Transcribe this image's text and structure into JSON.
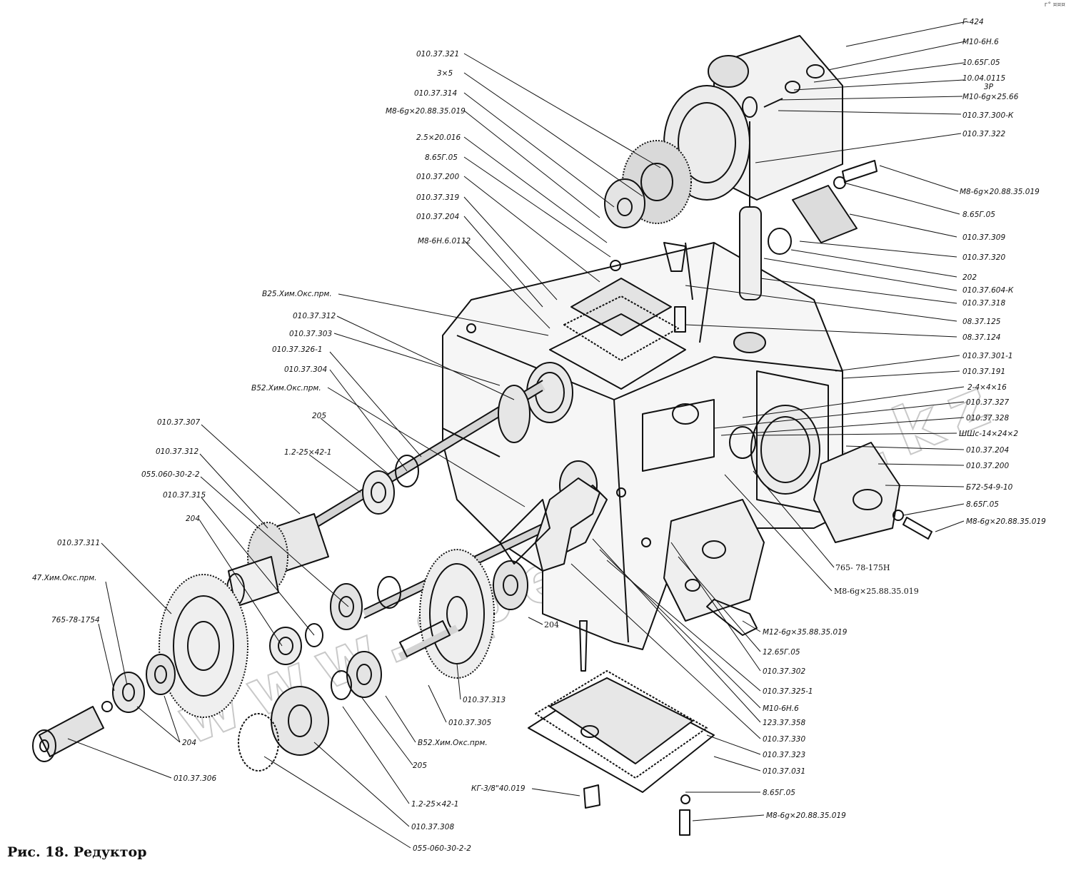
{
  "caption": "Рис. 18. Редуктор",
  "corner_mark": "г° ¤¤¤",
  "watermark": "www.spec-auto.kz",
  "callouts": [
    {
      "id": "c1",
      "text": "Г-424"
    },
    {
      "id": "c2",
      "text": "М10-6Н.6"
    },
    {
      "id": "c3",
      "text": "10.65Г.05"
    },
    {
      "id": "c4",
      "text": "10.04.0115"
    },
    {
      "id": "c5",
      "text": "3Р"
    },
    {
      "id": "c6",
      "text": "М10-6g×25.66"
    },
    {
      "id": "c7",
      "text": "010.37.300-К"
    },
    {
      "id": "c8",
      "text": "010.37.322"
    },
    {
      "id": "c9",
      "text": "М8-6g×20.88.35.019"
    },
    {
      "id": "c10",
      "text": "8.65Г.05"
    },
    {
      "id": "c11",
      "text": "010.37.309"
    },
    {
      "id": "c12",
      "text": "010.37.320"
    },
    {
      "id": "c13",
      "text": "202"
    },
    {
      "id": "c14",
      "text": "010.37.604-К"
    },
    {
      "id": "c15",
      "text": "010.37.318"
    },
    {
      "id": "c16",
      "text": "08.37.125"
    },
    {
      "id": "c17",
      "text": "08.37.124"
    },
    {
      "id": "c18",
      "text": "010.37.301-1"
    },
    {
      "id": "c19",
      "text": "010.37.191"
    },
    {
      "id": "c20",
      "text": "2-4×4×16"
    },
    {
      "id": "c21",
      "text": "010.37.327"
    },
    {
      "id": "c22",
      "text": "010.37.328"
    },
    {
      "id": "c23",
      "text": "ШШс-14×24×2"
    },
    {
      "id": "c24",
      "text": "010.37.204"
    },
    {
      "id": "c25",
      "text": "010.37.200"
    },
    {
      "id": "c26",
      "text": "Б72-54-9-10"
    },
    {
      "id": "c27",
      "text": "8.65Г.05"
    },
    {
      "id": "c28",
      "text": "М8-6g×20.88.35.019"
    },
    {
      "id": "c29",
      "text": "765- 78-175Н"
    },
    {
      "id": "c30",
      "text": "М8-6g×25.88.35.019"
    },
    {
      "id": "c31",
      "text": "М12-6g×35.88.35.019"
    },
    {
      "id": "c32",
      "text": "12.65Г.05"
    },
    {
      "id": "c33",
      "text": "010.37.302"
    },
    {
      "id": "c34",
      "text": "010.37.325-1"
    },
    {
      "id": "c35",
      "text": "М10-6Н.6"
    },
    {
      "id": "c36",
      "text": "123.37.358"
    },
    {
      "id": "c37",
      "text": "010.37.330"
    },
    {
      "id": "c38",
      "text": "010.37.323"
    },
    {
      "id": "c39",
      "text": "010.37.031"
    },
    {
      "id": "c40",
      "text": "8.65Г.05"
    },
    {
      "id": "c41",
      "text": "М8-6g×20.88.35.019"
    },
    {
      "id": "c42",
      "text": "КГ-3/8\"40.019"
    },
    {
      "id": "c43",
      "text": "010.37.313"
    },
    {
      "id": "c44",
      "text": "010.37.305"
    },
    {
      "id": "c45",
      "text": "В52.Хим.Окс.прм."
    },
    {
      "id": "c46",
      "text": "205"
    },
    {
      "id": "c47",
      "text": "1.2-25×42-1"
    },
    {
      "id": "c48",
      "text": "010.37.308"
    },
    {
      "id": "c49",
      "text": "055-060-30-2-2"
    },
    {
      "id": "c50",
      "text": "010.37.306"
    },
    {
      "id": "c51",
      "text": "204"
    },
    {
      "id": "c52",
      "text": "765-78-1754"
    },
    {
      "id": "c53",
      "text": "47.Хим.Окс.прм."
    },
    {
      "id": "c54",
      "text": "010.37.311"
    },
    {
      "id": "c55",
      "text": "204"
    },
    {
      "id": "c56",
      "text": "010.37.315"
    },
    {
      "id": "c57",
      "text": "055.060-30-2-2"
    },
    {
      "id": "c58",
      "text": "010.37.312"
    },
    {
      "id": "c59",
      "text": "010.37.307"
    },
    {
      "id": "c60",
      "text": "1.2-25×42-1"
    },
    {
      "id": "c61",
      "text": "205"
    },
    {
      "id": "c62",
      "text": "В52.Хим.Окс.прм."
    },
    {
      "id": "c63",
      "text": "010.37.304"
    },
    {
      "id": "c64",
      "text": "010.37.326-1"
    },
    {
      "id": "c65",
      "text": "010.37.303"
    },
    {
      "id": "c66",
      "text": "010.37.312"
    },
    {
      "id": "c67",
      "text": "В25.Хим.Окс.прм."
    },
    {
      "id": "c68",
      "text": "М8-6Н.6.0112"
    },
    {
      "id": "c69",
      "text": "010.37.204"
    },
    {
      "id": "c70",
      "text": "010.37.319"
    },
    {
      "id": "c71",
      "text": "010.37.200"
    },
    {
      "id": "c72",
      "text": "8.65Г.05"
    },
    {
      "id": "c73",
      "text": "2.5×20.016"
    },
    {
      "id": "c74",
      "text": "М8-6g×20.88.35.019"
    },
    {
      "id": "c75",
      "text": "010.37.314"
    },
    {
      "id": "c76",
      "text": "3×5"
    },
    {
      "id": "c77",
      "text": "010.37.321"
    },
    {
      "id": "c78",
      "text": "204"
    }
  ]
}
